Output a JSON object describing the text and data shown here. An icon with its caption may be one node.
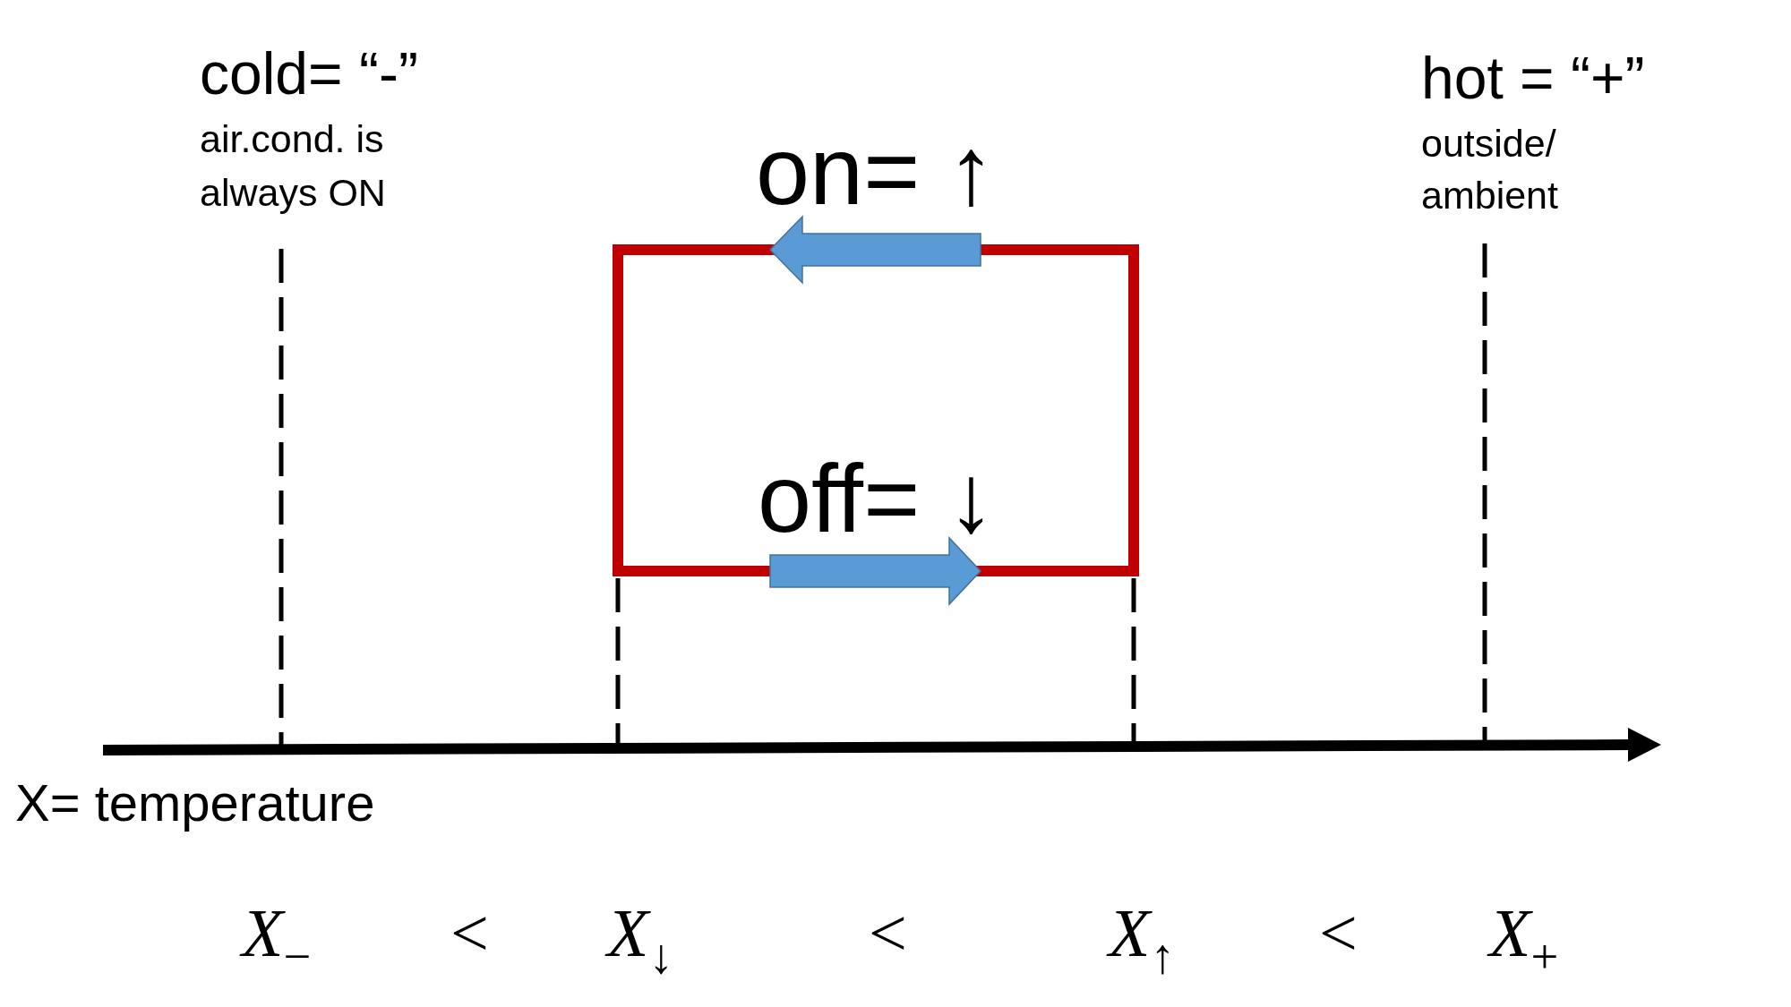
{
  "diagram": {
    "labels": [
      "cold= “-”",
      "air.cond. is always ON",
      "on= ↑",
      "hot = “+”",
      "outside/ ambient",
      "off= ↓",
      "X= temperature",
      "*X*$_{−}$",
      "<",
      "*X*$_{↓}$",
      "<",
      "*X*$_{↑}$",
      "<",
      "*X*$_{+}$"
    ]
  }
}
